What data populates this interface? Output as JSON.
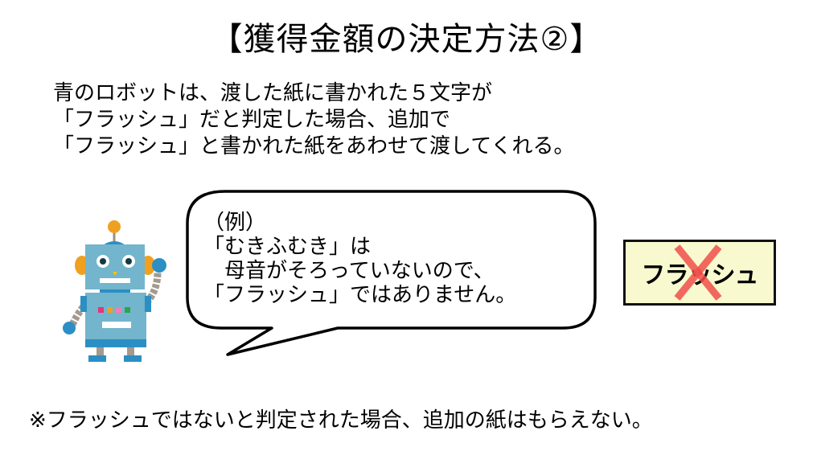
{
  "title": "【獲得金額の決定方法②】",
  "intro": {
    "lines": [
      "青のロボットは、渡した紙に書かれた５文字が",
      "「フラッシュ」だと判定した場合、追加で",
      "「フラッシュ」と書かれた紙をあわせて渡してくれる。"
    ]
  },
  "speech_bubble": {
    "lines": [
      "（例）",
      "「むきふむき」は",
      "　母音がそろっていないので、",
      "「フラッシュ」ではありません。"
    ]
  },
  "card": {
    "label": "フラッシュ",
    "background": "#f9f9cf",
    "cross_color": "#f0504a",
    "crossed_out": true
  },
  "robot": {
    "icon": "robot-illustration",
    "body_color": "#72b5cc",
    "accent_color": "#2b8fc4",
    "ear_color": "#f0a020"
  },
  "note": "※フラッシュではないと判定された場合、追加の紙はもらえない。"
}
